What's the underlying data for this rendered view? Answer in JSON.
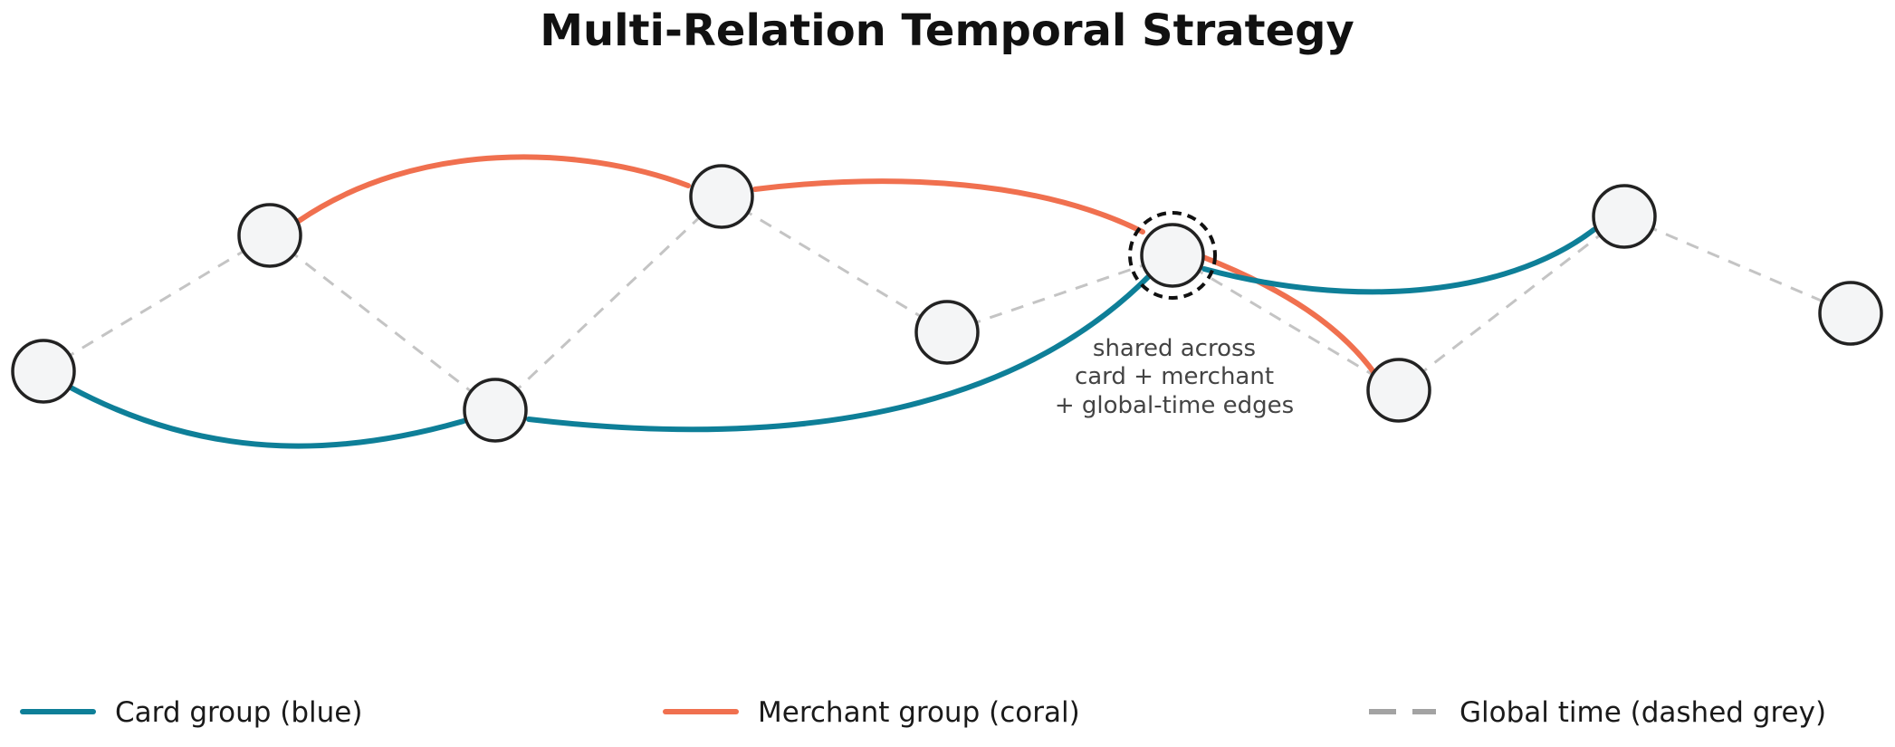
{
  "title": "Multi-Relation Temporal Strategy",
  "colors": {
    "card": "#0e7f98",
    "merchant": "#f0704f",
    "global": "#c4c4c4",
    "global_legend": "#a3a3a3",
    "node_fill": "#f4f5f6",
    "node_stroke": "#222222"
  },
  "shared_node_annotation": {
    "lines": [
      "shared across",
      "card + merchant",
      "+ global-time edges"
    ]
  },
  "legend": {
    "card": "Card group (blue)",
    "merchant": "Merchant group (coral)",
    "global": "Global time (dashed grey)"
  },
  "graph": {
    "nodes": [
      "n1",
      "n2",
      "n3",
      "n4",
      "n5",
      "n6",
      "n7",
      "n8",
      "n9"
    ],
    "shared_node": "n6",
    "card_edges": [
      [
        "n1",
        "n3"
      ],
      [
        "n3",
        "n6"
      ],
      [
        "n6",
        "n8"
      ]
    ],
    "merchant_edges": [
      [
        "n2",
        "n4"
      ],
      [
        "n4",
        "n6"
      ],
      [
        "n6",
        "n7"
      ]
    ],
    "global_edges": [
      [
        "n1",
        "n2"
      ],
      [
        "n2",
        "n3"
      ],
      [
        "n3",
        "n4"
      ],
      [
        "n4",
        "n5"
      ],
      [
        "n5",
        "n6"
      ],
      [
        "n6",
        "n7"
      ],
      [
        "n7",
        "n8"
      ],
      [
        "n8",
        "n9"
      ]
    ]
  }
}
